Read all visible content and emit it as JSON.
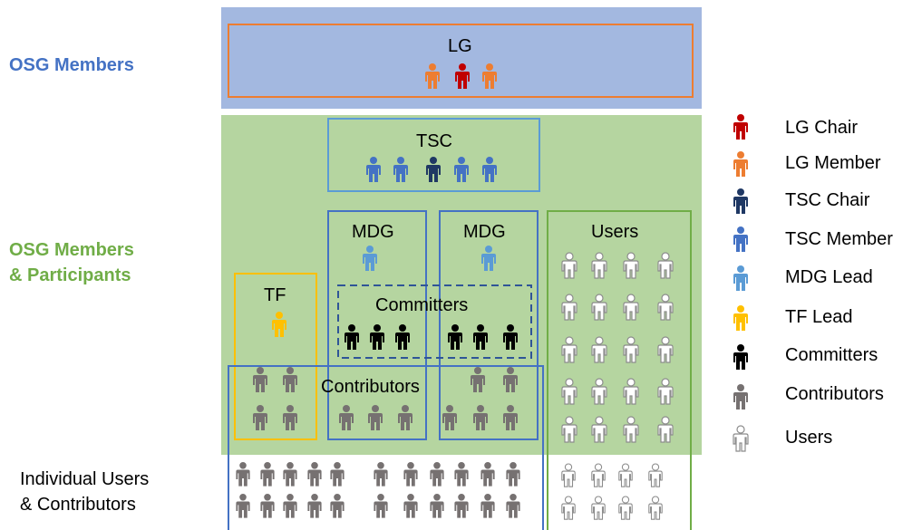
{
  "left_labels": {
    "osg_members": "OSG Members",
    "osg_participants_line1": "OSG Members",
    "osg_participants_line2": "& Participants",
    "individual_line1": "Individual Users",
    "individual_line2": "& Contributors"
  },
  "boxes": {
    "lg": "LG",
    "tsc": "TSC",
    "mdg_left": "MDG",
    "mdg_right": "MDG",
    "tf": "TF",
    "committers": "Committers",
    "contributors": "Contributors",
    "users": "Users"
  },
  "legend": [
    {
      "label": "LG Chair",
      "color": "#c00000",
      "icon": "person-icon",
      "key": "lg_chair"
    },
    {
      "label": "LG Member",
      "color": "#ed7d31",
      "icon": "person-icon",
      "key": "lg_member"
    },
    {
      "label": "TSC Chair",
      "color": "#1f3864",
      "icon": "person-icon",
      "key": "tsc_chair"
    },
    {
      "label": "TSC Member",
      "color": "#4472c4",
      "icon": "person-icon",
      "key": "tsc_member"
    },
    {
      "label": "MDG Lead",
      "color": "#5b9bd5",
      "icon": "person-icon",
      "key": "mdg_lead"
    },
    {
      "label": "TF Lead",
      "color": "#ffc000",
      "icon": "person-icon",
      "key": "tf_lead"
    },
    {
      "label": "Committers",
      "color": "#000000",
      "icon": "person-icon",
      "key": "committer"
    },
    {
      "label": "Contributors",
      "color": "#767171",
      "icon": "person-icon",
      "key": "contributor"
    },
    {
      "label": "Users",
      "color": "#ffffff",
      "icon": "person-outline-icon",
      "key": "user"
    }
  ],
  "colors": {
    "osg_members_band": "#a3b8e0",
    "participants_band": "#b5d5a0",
    "lg_border": "#ed7d31",
    "tsc_border": "#5b9bd5",
    "mdg_border": "#4472c4",
    "tf_border": "#ffc000",
    "committers_border": "#2f5597",
    "contributors_border": "#4472c4",
    "users_border": "#70ad47",
    "osg_members_text": "#4472c4",
    "participants_text": "#70ad47"
  }
}
